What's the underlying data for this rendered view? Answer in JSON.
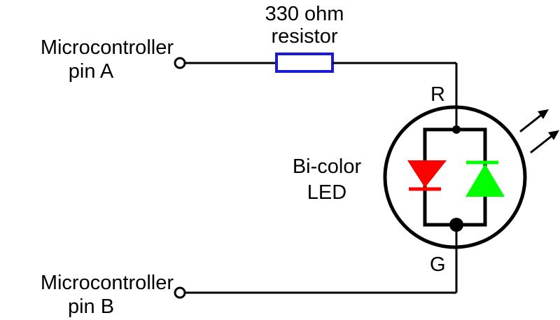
{
  "labels": {
    "pin_a_line1": "Microcontroller",
    "pin_a_line2": "pin A",
    "pin_b_line1": "Microcontroller",
    "pin_b_line2": "pin B",
    "resistor_line1": "330 ohm",
    "resistor_line2": "resistor",
    "led_line1": "Bi-color",
    "led_line2": "LED",
    "red_terminal": "R",
    "green_terminal": "G"
  },
  "colors": {
    "wire": "#000000",
    "resistor": "#1a1adb",
    "red_led": "#ff0000",
    "green_led": "#00ff00"
  }
}
